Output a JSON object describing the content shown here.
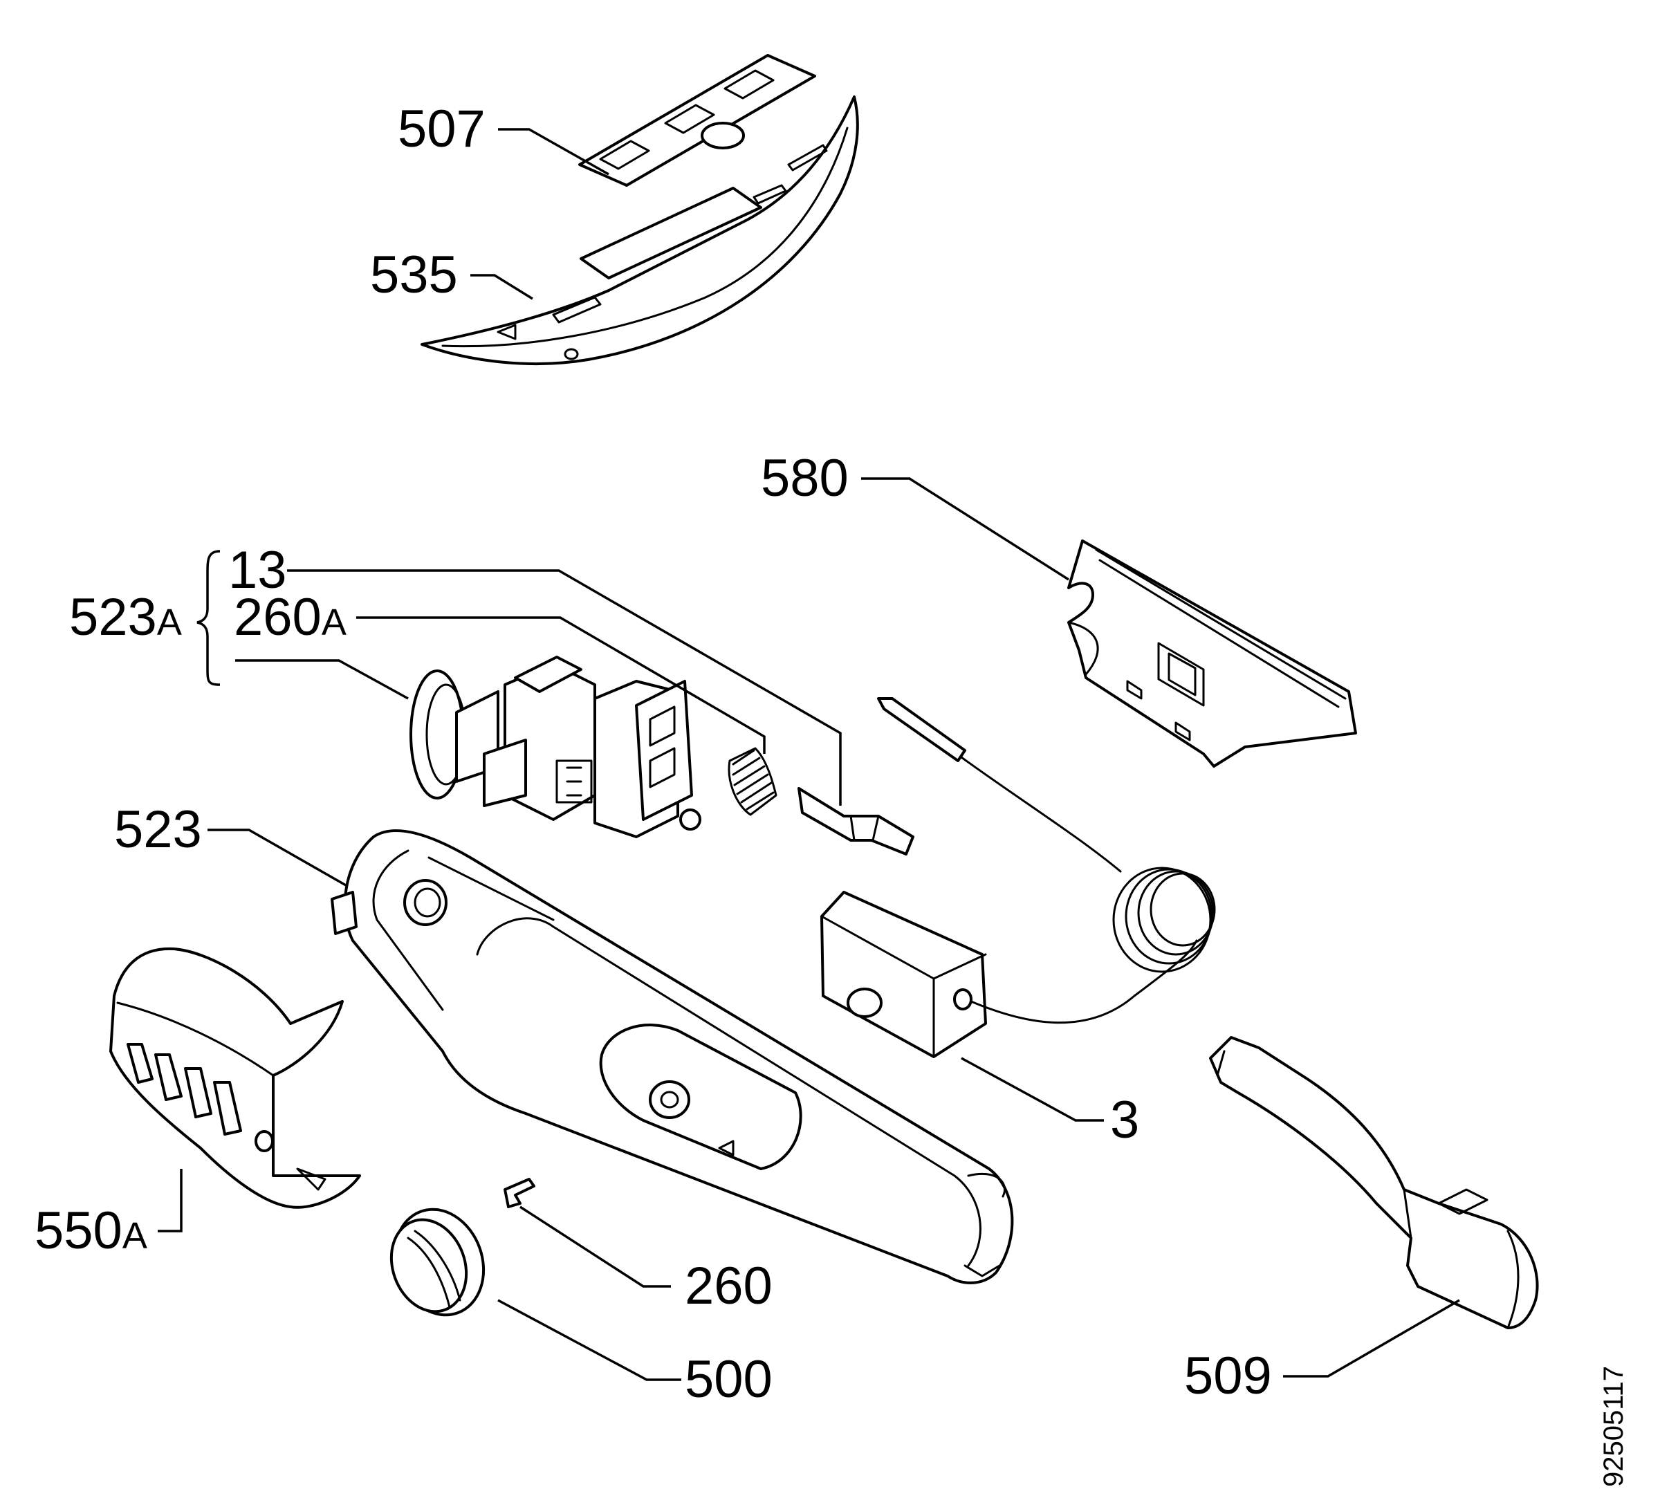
{
  "document_number": "92505117",
  "callouts": {
    "c507": "507",
    "c535": "535",
    "c580": "580",
    "c13": "13",
    "c260a_num": "260",
    "c260a_suffix": "A",
    "c523a_num": "523",
    "c523a_suffix": "A",
    "c523": "523",
    "c550a_num": "550",
    "c550a_suffix": "A",
    "c3": "3",
    "c260": "260",
    "c500": "500",
    "c509": "509"
  },
  "colors": {
    "line": "#000000",
    "background": "#ffffff"
  }
}
